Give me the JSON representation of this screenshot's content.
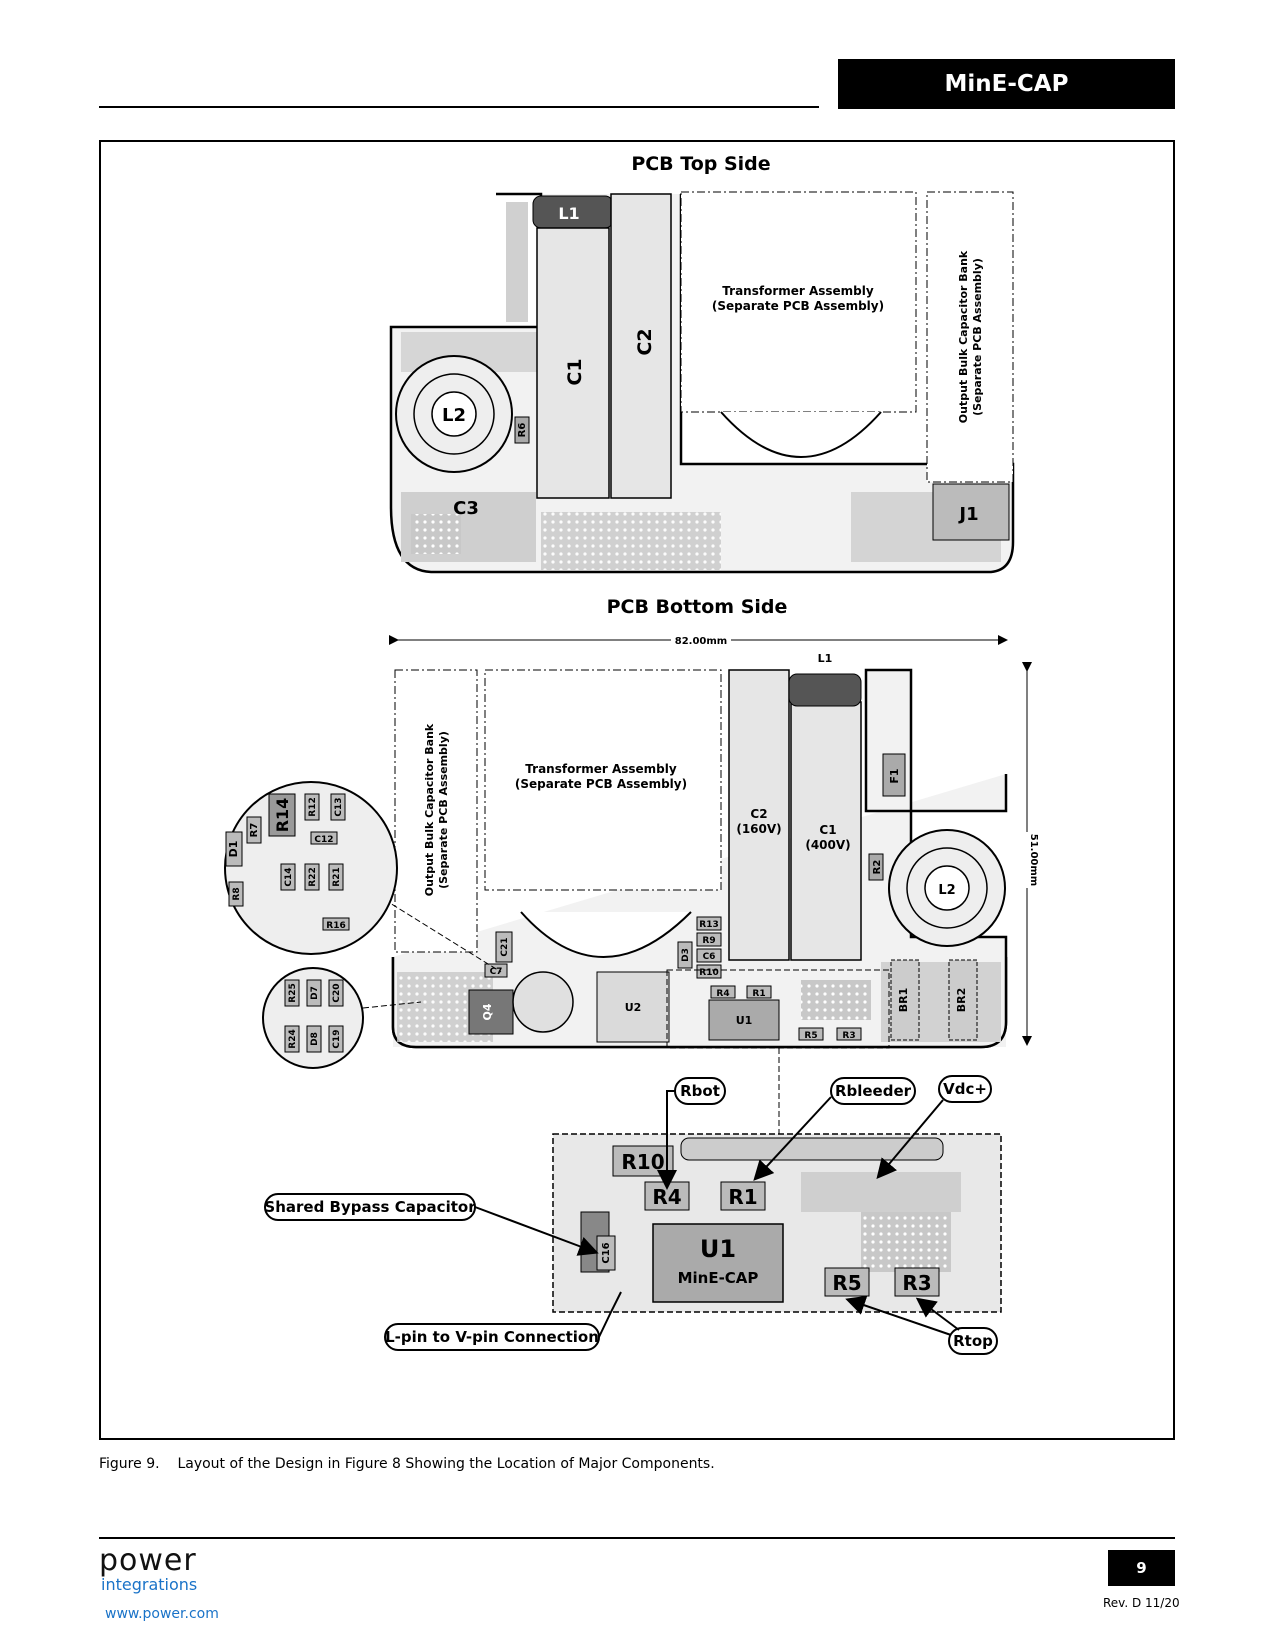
{
  "header": {
    "title": "MinE-CAP"
  },
  "figure": {
    "top_title": "PCB Top Side",
    "bottom_title": "PCB Bottom Side",
    "transformer_line1": "Transformer Assembly",
    "transformer_line2": "(Separate PCB Assembly)",
    "bank_line1": "Output Bulk Capacitor Bank",
    "bank_line2": "(Separate PCB Assembly)",
    "dim_width": "82.00mm",
    "dim_height": "51.00mm",
    "top_refs": {
      "L1": "L1",
      "C1": "C1",
      "C2": "C2",
      "L2": "L2",
      "R6": "R6",
      "C3": "C3",
      "J1": "J1"
    },
    "bottom_refs": {
      "L1": "L1",
      "C2": "C2",
      "C2_rating": "(160V)",
      "C1": "C1",
      "C1_rating": "(400V)",
      "F1": "F1",
      "R2": "R2",
      "L2": "L2",
      "BR1": "BR1",
      "BR2": "BR2",
      "U1": "U1",
      "U2": "U2",
      "Q4": "Q4",
      "C21": "C21",
      "C7": "C7",
      "D3": "D3",
      "R13": "R13",
      "R9": "R9",
      "C6": "C6",
      "R10": "R10",
      "R4": "R4",
      "R1": "R1",
      "R5": "R5",
      "R3": "R3"
    },
    "zoom_a": {
      "D1": "D1",
      "R7": "R7",
      "R14": "R14",
      "R12": "R12",
      "C13": "C13",
      "C12": "C12",
      "R8": "R8",
      "C14": "C14",
      "R22": "R22",
      "R21": "R21",
      "R16": "R16"
    },
    "zoom_b": {
      "R25": "R25",
      "D7": "D7",
      "C20": "C20",
      "R24": "R24",
      "D8": "D8",
      "C19": "C19"
    },
    "detail": {
      "R10": "R10",
      "R4": "R4",
      "R1": "R1",
      "U1": "U1",
      "U1_part": "MinE-CAP",
      "R5": "R5",
      "R3": "R3",
      "C16": "C16"
    },
    "callouts": {
      "rbot": "Rbot",
      "rbleeder": "Rbleeder",
      "vdc": "Vdc+",
      "bypass": "Shared Bypass Capacitor",
      "lpin": "L-pin to V-pin Connection",
      "rtop": "Rtop"
    }
  },
  "caption": {
    "number": "Figure 9.",
    "text": "Layout of the Design in Figure 8 Showing the Location of Major Components."
  },
  "footer": {
    "brand_line1": "power",
    "brand_line2": "integrations",
    "url": "www.power.com",
    "page": "9",
    "revision": "Rev. D 11/20"
  }
}
